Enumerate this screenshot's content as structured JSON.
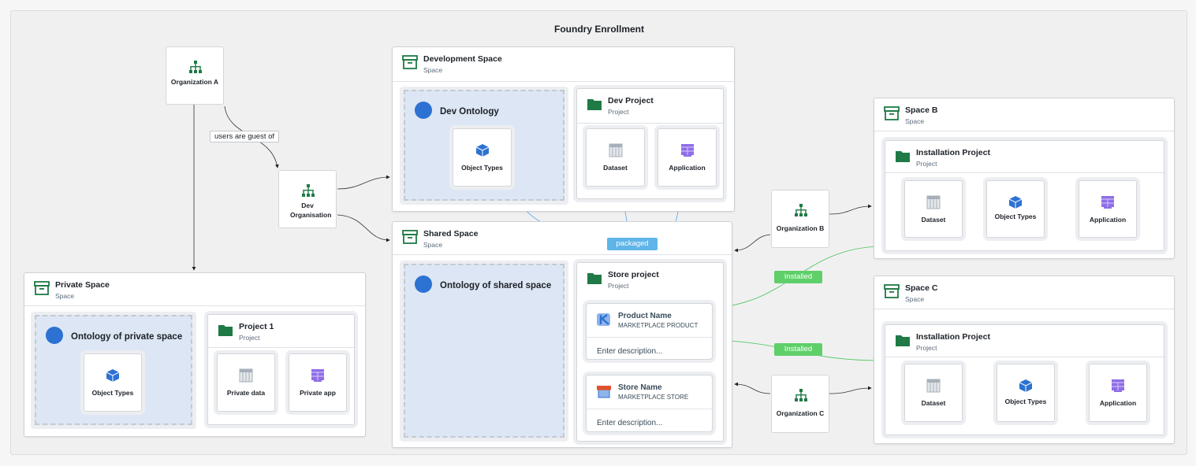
{
  "title": "Foundry Enrollment",
  "orgs": {
    "a": "Organization A",
    "dev": "Dev Organisation",
    "b": "Organization B",
    "c": "Organization C"
  },
  "edge_labels": {
    "guest": "users are guest of",
    "packaged": "packaged",
    "installed_b": "Installed",
    "installed_c": "Installed"
  },
  "dev_space": {
    "name": "Development Space",
    "type": "Space",
    "ontology": "Dev Ontology",
    "object_types": "Object Types",
    "project": {
      "name": "Dev Project",
      "type": "Project",
      "dataset": "Dataset",
      "application": "Application"
    }
  },
  "shared_space": {
    "name": "Shared Space",
    "type": "Space",
    "ontology": "Ontology of shared space",
    "project": {
      "name": "Store project",
      "type": "Project"
    },
    "product": {
      "name": "Product Name",
      "type": "MARKETPLACE PRODUCT",
      "description_placeholder": "Enter description..."
    },
    "store": {
      "name": "Store Name",
      "type": "MARKETPLACE STORE",
      "description_placeholder": "Enter description..."
    }
  },
  "private_space": {
    "name": "Private Space",
    "type": "Space",
    "ontology": "Ontology of private space",
    "object_types": "Object Types",
    "project": {
      "name": "Project 1",
      "type": "Project",
      "dataset": "Private data",
      "application": "Private app"
    }
  },
  "space_b": {
    "name": "Space B",
    "type": "Space",
    "project": {
      "name": "Installation Project",
      "type": "Project",
      "dataset": "Dataset",
      "object_types": "Object Types",
      "application": "Application"
    }
  },
  "space_c": {
    "name": "Space C",
    "type": "Space",
    "project": {
      "name": "Installation Project",
      "type": "Project",
      "dataset": "Dataset",
      "object_types": "Object Types",
      "application": "Application"
    }
  },
  "colors": {
    "space_green": "#1f7a45",
    "ontology_blue": "#2d72d2",
    "packaged": "#5fb5e8",
    "installed": "#5fcf6a",
    "app_purple": "#8f6ee8"
  }
}
